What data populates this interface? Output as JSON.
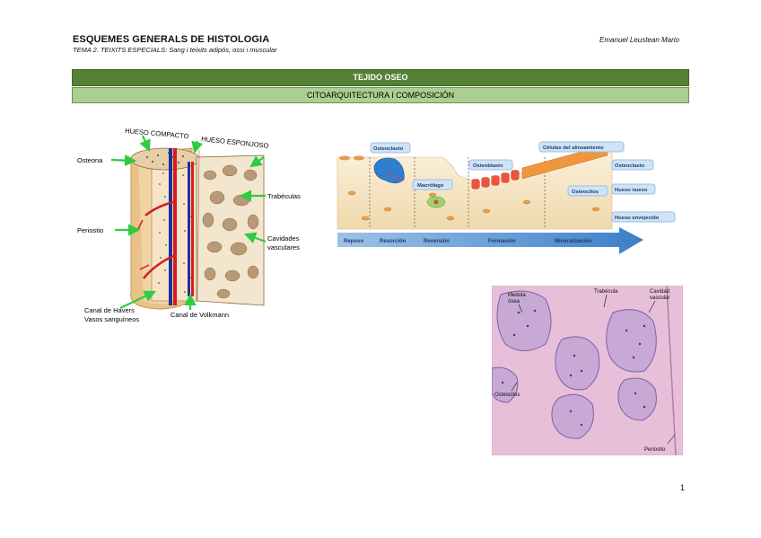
{
  "header": {
    "title": "ESQUEMES GENERALS DE HISTOLOGIA",
    "subtitle": "TEMA 2. TEIXITS ESPECIALS: Sang i teixits adipós, ossi i muscular",
    "author": "Emanuel Leustean Mario"
  },
  "bands": {
    "section": "TEJIDO OSEO",
    "subsection": "CITOARQUITECTURA I COMPOSICIÓN"
  },
  "bone_diagram": {
    "labels": {
      "compact": "HUESO COMPACTO",
      "spongy": "HUESO ESPONJOSO",
      "osteon": "Osteona",
      "periosteum": "Periostio",
      "trabeculae": "Trabéculas",
      "cavities_1": "Cavidades",
      "cavities_2": "vasculares",
      "havers": "Canal de Havers",
      "vessels": "Vasos sanguíneos",
      "volkmann": "Canal de Volkmann"
    }
  },
  "remodeling": {
    "cells": {
      "osteoclast_top": "Osteoclasto",
      "macrophage": "Macrófago",
      "osteoblast": "Osteoblasto",
      "lining": "Células del alineamiento",
      "osteoclast_right": "Osteoclasto",
      "osteocytes": "Osteocitos",
      "new_bone": "Hueso nuevo",
      "old_bone": "Hueso envejecido"
    },
    "phases": [
      "Reposo",
      "Resorción",
      "Reversión",
      "Formación",
      "Mineralización"
    ]
  },
  "micrograph": {
    "labels": {
      "marrow_1": "Medula",
      "marrow_2": "ósea",
      "trabecula": "Trabécula",
      "cavity_1": "Cavidad",
      "cavity_2": "vascular",
      "osteocytes": "Osteocitos",
      "periosteum": "Periostio"
    }
  },
  "page": {
    "number": "1"
  }
}
